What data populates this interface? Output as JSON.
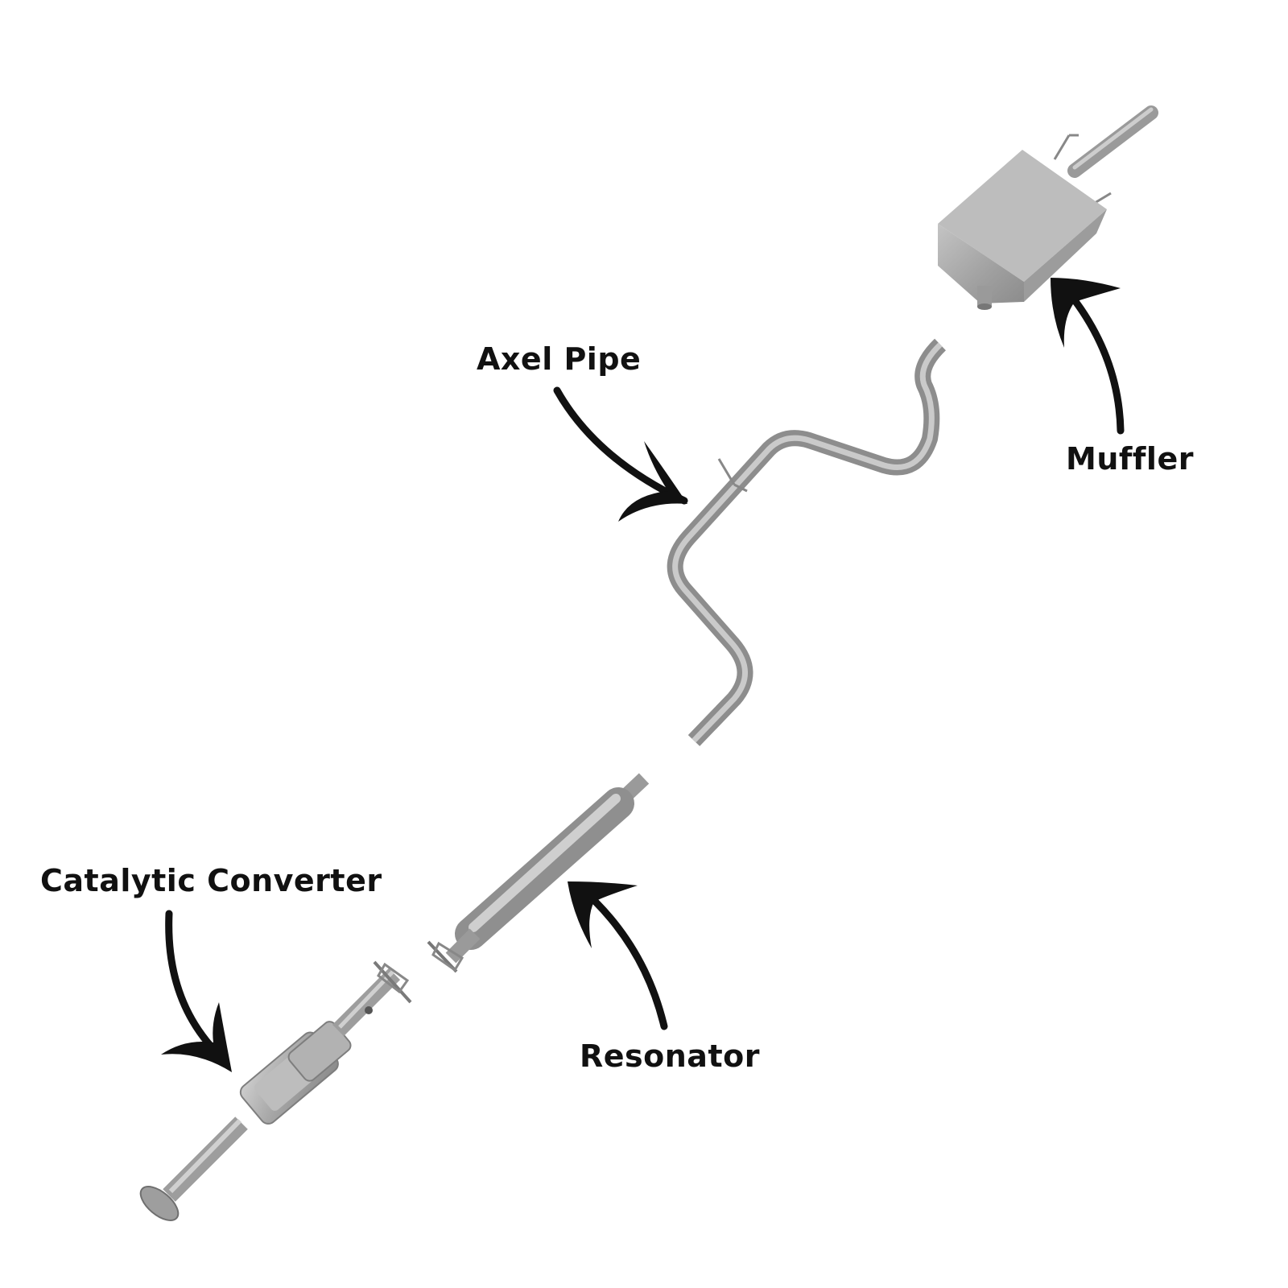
{
  "labels": {
    "axel_pipe": "Axel Pipe",
    "muffler": "Muffler",
    "catalytic_converter": "Catalytic Converter",
    "resonator": "Resonator"
  },
  "colors": {
    "metal": "#a8a8a8",
    "metal_dark": "#7a7a7a",
    "metal_light": "#d6d6d6",
    "arrow": "#111111",
    "text": "#111111",
    "background": "#ffffff"
  }
}
